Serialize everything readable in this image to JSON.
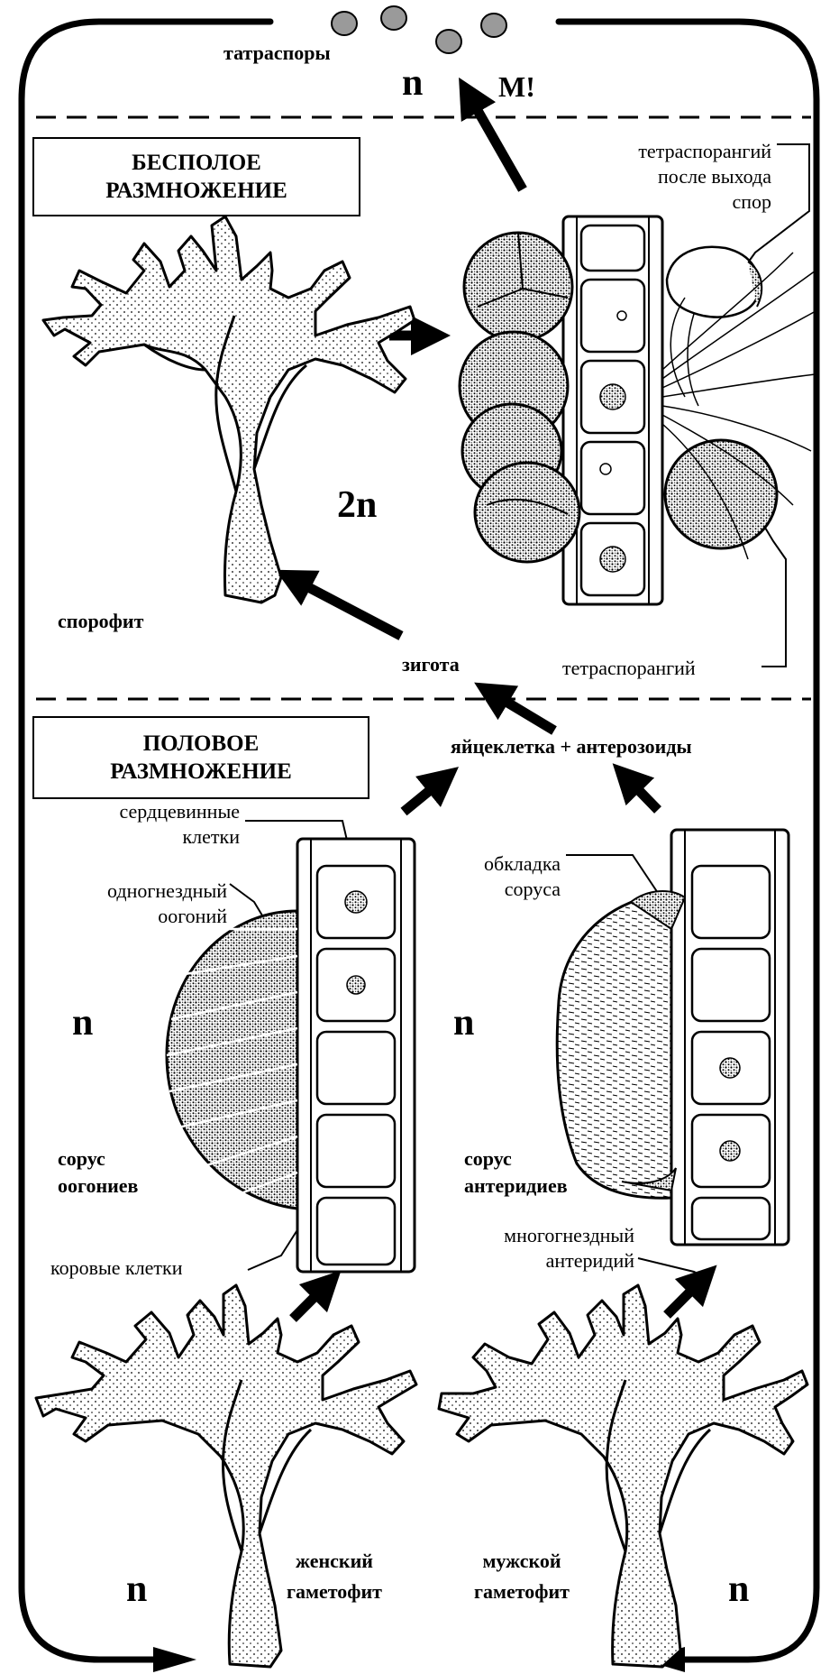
{
  "top": {
    "spores_label": "татраспоры",
    "ploidy_n": "n",
    "meiosis": "М!"
  },
  "asexual": {
    "box_line1": "БЕСПОЛОЕ",
    "box_line2": "РАЗМНОЖЕНИЕ",
    "ploidy_2n": "2n",
    "sporophyte_label": "спорофит",
    "tetrasporangium_empty": [
      "тетраспорангий",
      "после выхода",
      "спор"
    ],
    "tetrasporangium": "тетраспорангий",
    "zygote": "зигота"
  },
  "sexual": {
    "box_line1": "ПОЛОВОЕ",
    "box_line2": "РАЗМНОЖЕНИЕ",
    "fusion": "яйцеклетка + антерозоиды",
    "medullary_cells": [
      "сердцевинные",
      "клетки"
    ],
    "oogonium": [
      "одногнездный",
      "оогоний"
    ],
    "ploidy_left": "n",
    "ploidy_right": "n",
    "sorus_oogonia": [
      "сорус",
      "оогониев"
    ],
    "cortical_cells": "коровые клетки",
    "sorus_cover": [
      "обкладка",
      "соруса"
    ],
    "sorus_antheridia": [
      "сорус",
      "антеридиев"
    ],
    "antheridium": [
      "многогнездный",
      "антеридий"
    ],
    "female_gametophyte": [
      "женский",
      "гаметофит"
    ],
    "male_gametophyte": [
      "мужской",
      "гаметофит"
    ],
    "ploidy_bottom_left": "n",
    "ploidy_bottom_right": "n"
  }
}
